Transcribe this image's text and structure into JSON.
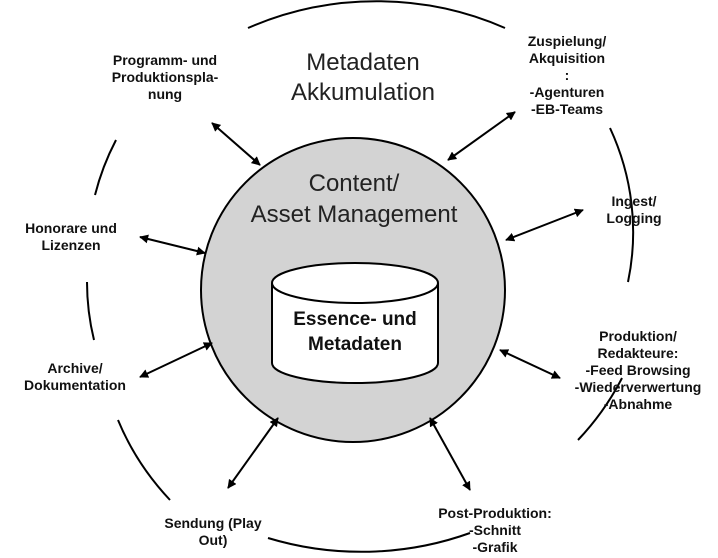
{
  "outer_title": [
    "Metadaten",
    "Akkumulation"
  ],
  "center_title": [
    "Content/",
    "Asset Management"
  ],
  "database_label": [
    "Essence- und",
    "Metadaten"
  ],
  "nodes": {
    "programm": [
      "Programm- und",
      "Produktionspla-",
      "nung"
    ],
    "zuspielung": [
      "Zuspielung/",
      "Akquisition",
      ":",
      "-Agenturen",
      "-EB-Teams"
    ],
    "ingest": [
      "Ingest/",
      "Logging"
    ],
    "honorare": [
      "Honorare und",
      "Lizenzen"
    ],
    "produktion": [
      "Produktion/",
      "Redakteure:",
      "-Feed Browsing",
      "-Wiederverwertung",
      "-Abnahme"
    ],
    "archive": [
      "Archive/",
      "Dokumentation"
    ],
    "postproduktion": [
      "Post-Produktion:",
      "-Schnitt",
      "-Grafik"
    ],
    "sendung": [
      "Sendung (Play",
      "Out)"
    ]
  },
  "colors": {
    "circle_fill": "#d3d3d3",
    "line": "#000000",
    "text": "#111111"
  }
}
